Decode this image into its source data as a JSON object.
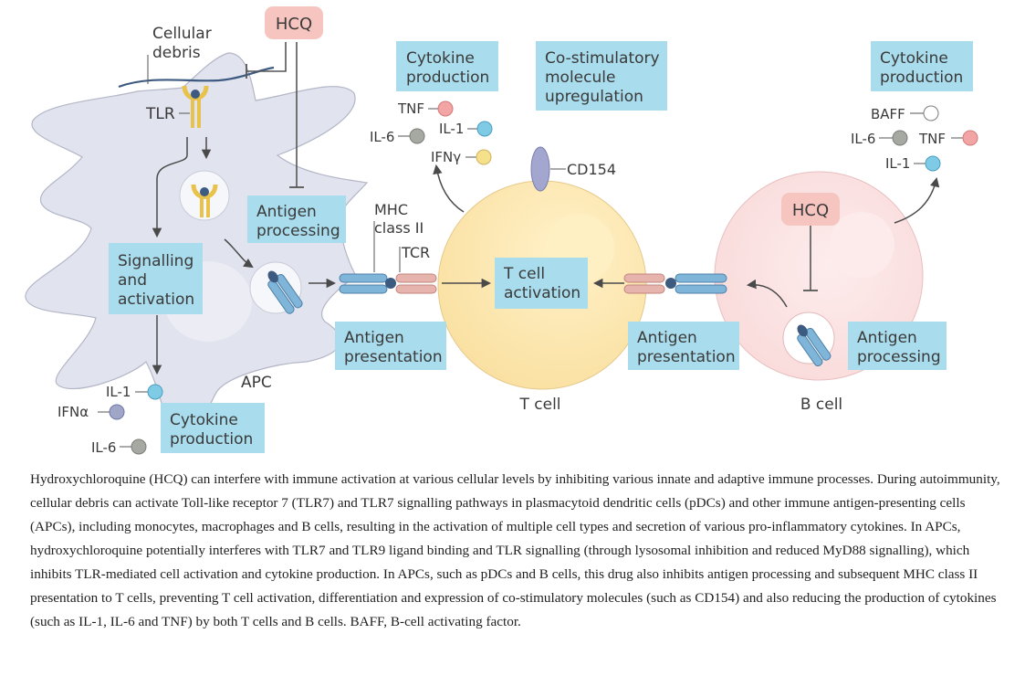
{
  "figure": {
    "hcq_top": "HCQ",
    "hcq_bcell": "HCQ",
    "cellular_debris": [
      "Cellular",
      "debris"
    ],
    "tlr": "TLR",
    "antigen_processing_apc": [
      "Antigen",
      "processing"
    ],
    "signalling": [
      "Signalling",
      "and",
      "activation"
    ],
    "apc_label": "APC",
    "cytokine_apc": [
      "Cytokine",
      "production"
    ],
    "apc_cytokines": {
      "il1": "IL-1",
      "ifna": "IFNα",
      "il6": "IL-6"
    },
    "cytokine_tcell": [
      "Cytokine",
      "production"
    ],
    "tcell_cytokines": {
      "tnf": "TNF",
      "il1": "IL-1",
      "il6": "IL-6",
      "ifng": "IFNγ"
    },
    "costim": [
      "Co-stimulatory",
      "molecule",
      "upregulation"
    ],
    "cd154": "CD154",
    "mhc": [
      "MHC",
      "class II"
    ],
    "tcr": "TCR",
    "tcell_activation": [
      "T cell",
      "activation"
    ],
    "antigen_presentation_left": [
      "Antigen",
      "presentation"
    ],
    "antigen_presentation_right": [
      "Antigen",
      "presentation"
    ],
    "tcell_label": "T cell",
    "bcell_label": "B cell",
    "cytokine_bcell": [
      "Cytokine",
      "production"
    ],
    "bcell_cytokines": {
      "baff": "BAFF",
      "il6": "IL-6",
      "tnf": "TNF",
      "il1": "IL-1"
    },
    "antigen_processing_bcell": [
      "Antigen",
      "processing"
    ]
  },
  "colors": {
    "label_box": "#a9dcec",
    "hcq_box": "#f7c5c0",
    "apc_cell": "#e1e3ef",
    "t_cell": "#fbe7b4",
    "b_cell": "#fbe1e1",
    "tnf_dot": "#f3a5a5",
    "il1_dot": "#7fcbe6",
    "il6_dot": "#a6a8a2",
    "ifng_dot": "#f5e08c",
    "ifna_dot": "#9fa6c8",
    "receptor_blue": "#7fb5d8",
    "receptor_pink": "#e7b4ad",
    "tlr_yellow": "#e8c24a"
  },
  "caption": "Hydroxychloroquine (HCQ) can interfere with immune activation at various cellular levels by inhibiting various innate and adaptive immune processes. During autoimmunity, cellular debris can activate Toll-like receptor 7 (TLR7) and TLR7 signalling pathways in plasmacytoid dendritic cells (pDCs) and other immune antigen-presenting cells (APCs), including monocytes, macrophages and B cells, resulting in the activation of multiple cell types and secretion of various pro-inflammatory cytokines. In APCs, hydroxychloroquine potentially interferes with TLR7 and TLR9 ligand binding and TLR signalling (through lysosomal inhibition and reduced MyD88 signalling), which inhibits TLR-mediated cell activation and cytokine production. In APCs, such as pDCs and B cells, this drug also inhibits antigen processing and subsequent MHC class II presentation to T cells, preventing T cell activation, differentiation and expression of co-stimulatory molecules (such as CD154) and also reducing the production of cytokines (such as IL-1, IL-6 and TNF) by both T cells and B cells. BAFF, B-cell activating factor."
}
